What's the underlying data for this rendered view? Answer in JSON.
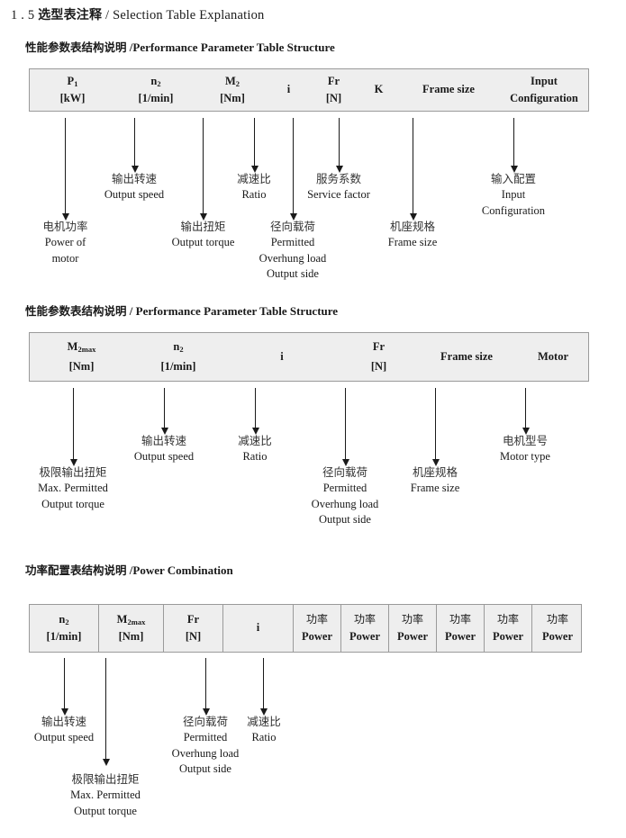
{
  "page": {
    "title_number": "1 . 5",
    "title_cn": "选型表注释",
    "title_sep": " / ",
    "title_en": "Selection Table Explanation"
  },
  "sections": [
    {
      "id": "performance-1",
      "heading_cn": "性能参数表结构说明",
      "heading_sep": " /",
      "heading_en": "Performance Parameter Table Structure",
      "table": {
        "columns": [
          {
            "name": "p1",
            "line1": "P",
            "sub1": "1",
            "line2": "[kW]"
          },
          {
            "name": "n2",
            "line1": "n",
            "sub1": "2",
            "line2": "[1/min]"
          },
          {
            "name": "m2",
            "line1": "M",
            "sub1": "2",
            "line2": "[Nm]"
          },
          {
            "name": "i",
            "line1": "i",
            "sub1": "",
            "line2": ""
          },
          {
            "name": "fr",
            "line1": "Fr",
            "sub1": "",
            "line2": "[N]"
          },
          {
            "name": "k",
            "line1": "K",
            "sub1": "",
            "line2": ""
          },
          {
            "name": "frame-size",
            "line1": "Frame size",
            "sub1": "",
            "line2": ""
          },
          {
            "name": "input-configuration",
            "line1": "Input",
            "sub1": "",
            "line2": "Configuration"
          }
        ]
      },
      "notes": [
        {
          "name": "power-of-motor",
          "cn": "电机功率",
          "en1": "Power of",
          "en2": "motor",
          "en3": "",
          "en4": ""
        },
        {
          "name": "output-speed",
          "cn": "输出转速",
          "en1": "Output speed",
          "en2": "",
          "en3": "",
          "en4": ""
        },
        {
          "name": "output-torque",
          "cn": "输出扭矩",
          "en1": "Output torque",
          "en2": "",
          "en3": "",
          "en4": ""
        },
        {
          "name": "ratio",
          "cn": "减速比",
          "en1": "Ratio",
          "en2": "",
          "en3": "",
          "en4": ""
        },
        {
          "name": "permitted-overhung-load",
          "cn": "径向载荷",
          "en1": "Permitted",
          "en2": "Overhung load",
          "en3": "Output side",
          "en4": ""
        },
        {
          "name": "service-factor",
          "cn": "服务系数",
          "en1": "Service factor",
          "en2": "",
          "en3": "",
          "en4": ""
        },
        {
          "name": "frame-size",
          "cn": "机座规格",
          "en1": "Frame size",
          "en2": "",
          "en3": "",
          "en4": ""
        },
        {
          "name": "input-configuration",
          "cn": "输入配置",
          "en1": "Input",
          "en2": "Configuration",
          "en3": "",
          "en4": ""
        }
      ]
    },
    {
      "id": "performance-2",
      "heading_cn": "性能参数表结构说明",
      "heading_sep": " / ",
      "heading_en": "Performance Parameter Table Structure",
      "table": {
        "columns": [
          {
            "name": "m2max",
            "line1": "M",
            "sub1": "2max",
            "line2": "[Nm]"
          },
          {
            "name": "n2",
            "line1": "n",
            "sub1": "2",
            "line2": "[1/min]"
          },
          {
            "name": "i",
            "line1": "i",
            "sub1": "",
            "line2": ""
          },
          {
            "name": "fr",
            "line1": "Fr",
            "sub1": "",
            "line2": "[N]"
          },
          {
            "name": "frame-size",
            "line1": "Frame size",
            "sub1": "",
            "line2": ""
          },
          {
            "name": "motor",
            "line1": "Motor",
            "sub1": "",
            "line2": ""
          }
        ]
      },
      "notes": [
        {
          "name": "max-permitted-output-torque",
          "cn": "极限输出扭矩",
          "en1": "Max. Permitted",
          "en2": "Output  torque",
          "en3": "",
          "en4": ""
        },
        {
          "name": "output-speed",
          "cn": "输出转速",
          "en1": "Output speed",
          "en2": "",
          "en3": "",
          "en4": ""
        },
        {
          "name": "ratio",
          "cn": "减速比",
          "en1": "Ratio",
          "en2": "",
          "en3": "",
          "en4": ""
        },
        {
          "name": "permitted-overhung-load",
          "cn": "径向载荷",
          "en1": "Permitted",
          "en2": "Overhung load",
          "en3": "Output side",
          "en4": ""
        },
        {
          "name": "frame-size",
          "cn": "机座规格",
          "en1": "Frame size",
          "en2": "",
          "en3": "",
          "en4": ""
        },
        {
          "name": "motor-type",
          "cn": "电机型号",
          "en1": "Motor type",
          "en2": "",
          "en3": "",
          "en4": ""
        }
      ]
    },
    {
      "id": "power-combination",
      "heading_cn": "功率配置表结构说明",
      "heading_sep": " /",
      "heading_en": "Power Combination",
      "table": {
        "columns": [
          {
            "name": "n2",
            "line1": "n",
            "sub1": "2",
            "line2": "[1/min]"
          },
          {
            "name": "m2max",
            "line1": "M",
            "sub1": "2max",
            "line2": "[Nm]"
          },
          {
            "name": "fr",
            "line1": "Fr",
            "sub1": "",
            "line2": "[N]"
          },
          {
            "name": "i",
            "line1": "i",
            "sub1": "",
            "line2": ""
          },
          {
            "name": "power-1",
            "line1": "功率",
            "sub1": "",
            "line2": "Power"
          },
          {
            "name": "power-2",
            "line1": "功率",
            "sub1": "",
            "line2": "Power"
          },
          {
            "name": "power-3",
            "line1": "功率",
            "sub1": "",
            "line2": "Power"
          },
          {
            "name": "power-4",
            "line1": "功率",
            "sub1": "",
            "line2": "Power"
          },
          {
            "name": "power-5",
            "line1": "功率",
            "sub1": "",
            "line2": "Power"
          },
          {
            "name": "power-6",
            "line1": "功率",
            "sub1": "",
            "line2": "Power"
          }
        ]
      },
      "notes": [
        {
          "name": "output-speed",
          "cn": "输出转速",
          "en1": "Output speed",
          "en2": "",
          "en3": "",
          "en4": ""
        },
        {
          "name": "max-permitted-output-torque",
          "cn": "极限输出扭矩",
          "en1": "Max. Permitted",
          "en2": "Output  torque",
          "en3": "",
          "en4": ""
        },
        {
          "name": "permitted-overhung-load",
          "cn": "径向载荷",
          "en1": "Permitted",
          "en2": "Overhung load",
          "en3": "Output side",
          "en4": ""
        },
        {
          "name": "ratio",
          "cn": "减速比",
          "en1": "Ratio",
          "en2": "",
          "en3": "",
          "en4": ""
        }
      ]
    }
  ],
  "colors": {
    "table_fill": "#eeeeee",
    "table_border": "#9a9a9a",
    "text": "#1a1a1a"
  }
}
